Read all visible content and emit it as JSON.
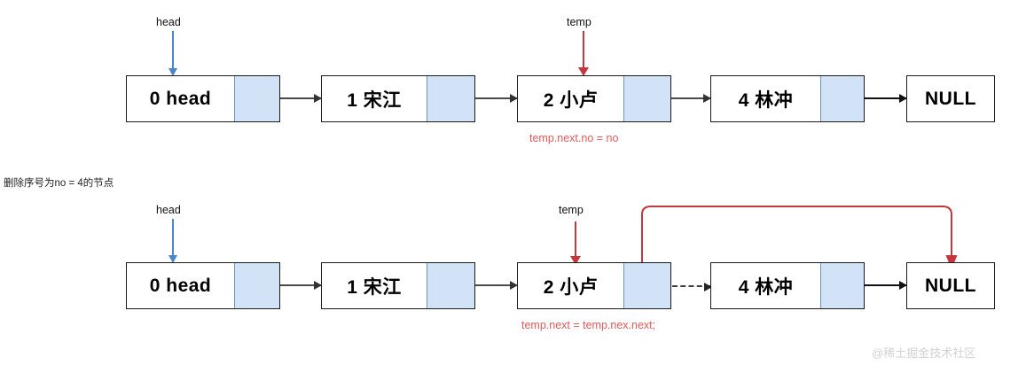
{
  "diagram": {
    "caption": "删除序号为no = 4的节点",
    "watermark": "@稀土掘金技术社区",
    "rows": [
      {
        "id": "row-before",
        "pointers": [
          {
            "name": "head",
            "label": "head",
            "color": "#4a86c8"
          },
          {
            "name": "temp",
            "label": "temp",
            "color": "#c4373a"
          }
        ],
        "nodes": [
          {
            "name": "node-head",
            "data": "0 head",
            "has_pointer_cell": true
          },
          {
            "name": "node-1",
            "data": "1 宋江",
            "has_pointer_cell": true
          },
          {
            "name": "node-2",
            "data": "2 小卢",
            "has_pointer_cell": true
          },
          {
            "name": "node-4",
            "data": "4 林冲",
            "has_pointer_cell": true
          },
          {
            "name": "node-null",
            "data": "NULL",
            "has_pointer_cell": false
          }
        ],
        "annotation": "temp.next.no = no"
      },
      {
        "id": "row-after",
        "pointers": [
          {
            "name": "head",
            "label": "head",
            "color": "#4a86c8"
          },
          {
            "name": "temp",
            "label": "temp",
            "color": "#c4373a"
          }
        ],
        "nodes": [
          {
            "name": "node-head",
            "data": "0 head",
            "has_pointer_cell": true
          },
          {
            "name": "node-1",
            "data": "1 宋江",
            "has_pointer_cell": true
          },
          {
            "name": "node-2",
            "data": "2 小卢",
            "has_pointer_cell": true
          },
          {
            "name": "node-4",
            "data": "4 林冲",
            "has_pointer_cell": true
          },
          {
            "name": "node-null",
            "data": "NULL",
            "has_pointer_cell": false
          }
        ],
        "annotation": "temp.next = temp.nex.next;"
      }
    ],
    "colors": {
      "pointer_cell": "#d3e3f7",
      "node_border": "#1a1a1a",
      "head_arrow": "#4a86c8",
      "temp_arrow": "#c4373a",
      "code_text": "#e05a5a",
      "redirect_arrow": "#c4373a"
    }
  }
}
